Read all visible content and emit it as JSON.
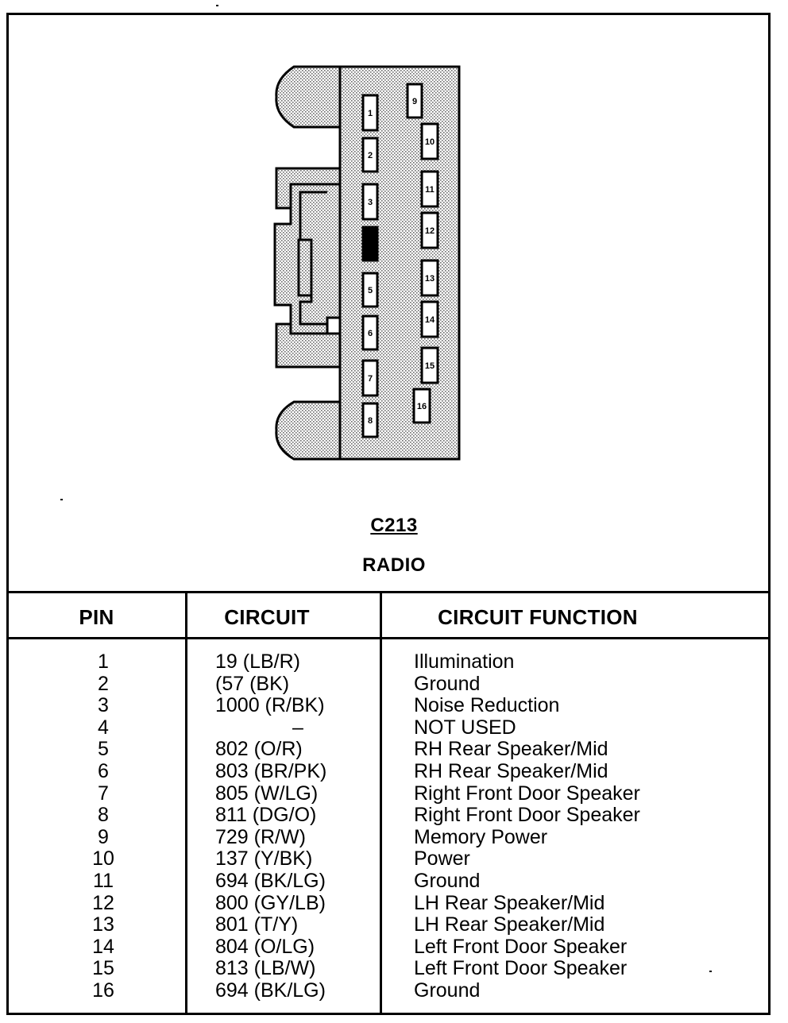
{
  "connector": {
    "id": "C213",
    "name": "RADIO"
  },
  "pins": [
    {
      "number": "1"
    },
    {
      "number": "2"
    },
    {
      "number": "3"
    },
    {
      "number": "4"
    },
    {
      "number": "5"
    },
    {
      "number": "6"
    },
    {
      "number": "7"
    },
    {
      "number": "8"
    },
    {
      "number": "9"
    },
    {
      "number": "10"
    },
    {
      "number": "11"
    },
    {
      "number": "12"
    },
    {
      "number": "13"
    },
    {
      "number": "14"
    },
    {
      "number": "15"
    },
    {
      "number": "16"
    }
  ],
  "table": {
    "headers": {
      "pin": "PIN",
      "circuit": "CIRCUIT",
      "function": "CIRCUIT FUNCTION"
    },
    "rows": [
      {
        "pin": "1",
        "circuit": "19 (LB/R)",
        "function": "Illumination"
      },
      {
        "pin": "2",
        "circuit": "(57 (BK)",
        "function": "Ground"
      },
      {
        "pin": "3",
        "circuit": "1000 (R/BK)",
        "function": "Noise Reduction"
      },
      {
        "pin": "4",
        "circuit": "–",
        "function": "NOT USED"
      },
      {
        "pin": "5",
        "circuit": "802 (O/R)",
        "function": "RH Rear Speaker/Mid"
      },
      {
        "pin": "6",
        "circuit": "803 (BR/PK)",
        "function": "RH Rear Speaker/Mid"
      },
      {
        "pin": "7",
        "circuit": "805 (W/LG)",
        "function": "Right Front Door Speaker"
      },
      {
        "pin": "8",
        "circuit": "811 (DG/O)",
        "function": "Right Front Door Speaker"
      },
      {
        "pin": "9",
        "circuit": "729 (R/W)",
        "function": "Memory Power"
      },
      {
        "pin": "10",
        "circuit": "137 (Y/BK)",
        "function": "Power"
      },
      {
        "pin": "11",
        "circuit": "694 (BK/LG)",
        "function": "Ground"
      },
      {
        "pin": "12",
        "circuit": "800 (GY/LB)",
        "function": "LH Rear Speaker/Mid"
      },
      {
        "pin": "13",
        "circuit": "801 (T/Y)",
        "function": "LH Rear Speaker/Mid"
      },
      {
        "pin": "14",
        "circuit": "804 (O/LG)",
        "function": "Left Front Door Speaker"
      },
      {
        "pin": "15",
        "circuit": "813 (LB/W)",
        "function": "Left Front Door Speaker"
      },
      {
        "pin": "16",
        "circuit": "694 (BK/LG)",
        "function": "Ground"
      }
    ]
  }
}
